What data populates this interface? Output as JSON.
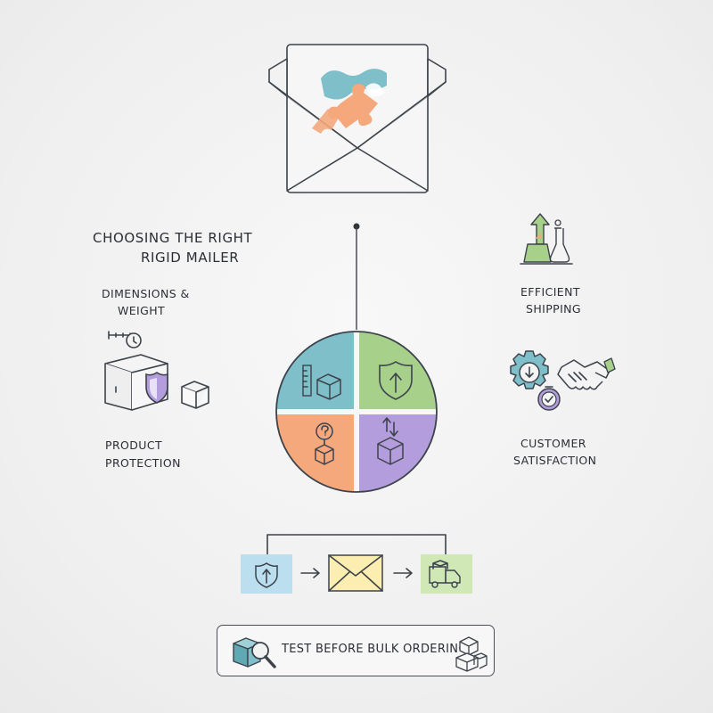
{
  "title": {
    "line1": "CHOOSING THE RIGHT",
    "line2": "RIGID MAILER"
  },
  "left": {
    "dimensions": {
      "line1": "DIMENSIONS &",
      "line2": "WEIGHT"
    },
    "protection": {
      "line1": "PRODUCT",
      "line2": "PROTECTION"
    }
  },
  "right": {
    "shipping": {
      "line1": "EFFICIENT",
      "line2": "SHIPPING"
    },
    "satisfaction": {
      "line1": "CUSTOMER",
      "line2": "SATISFACTION"
    }
  },
  "bottom": {
    "cta": "TEST BEFORE BULK ORDERING"
  },
  "colors": {
    "teal": "#7fbfc9",
    "green": "#a7d08b",
    "orange": "#f4a87c",
    "purple": "#b39ddc",
    "light_blue": "#bcdff0",
    "light_yellow": "#fbeeb0",
    "light_green": "#cfe8b6"
  },
  "icons": [
    "envelope-puzzle-icon",
    "ruler-box-icon",
    "shield-arrow-icon",
    "question-box-icon",
    "box-arrows-icon",
    "scale-box-shield-icon",
    "arrow-flask-icon",
    "gear-clock-handshake-icon",
    "shield-step-icon",
    "envelope-step-icon",
    "truck-step-icon",
    "magnifier-box-icon",
    "stacked-boxes-icon"
  ]
}
